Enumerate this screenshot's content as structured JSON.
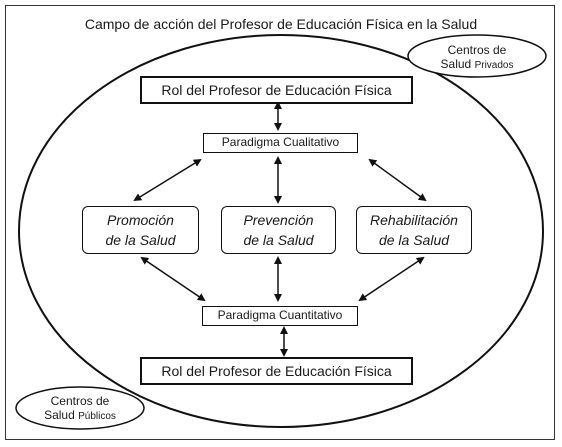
{
  "title": "Campo de acción del Profesor de Educación Física en la Salud",
  "private_centers": {
    "line1": "Centros de",
    "line2_main": "Salud ",
    "line2_small": "Privados"
  },
  "public_centers": {
    "line1": "Centros de",
    "line2_main": "Salud ",
    "line2_small": "Públicos"
  },
  "top_role": "Rol del Profesor de Educación Física",
  "bottom_role": "Rol del Profesor de Educación Física",
  "paradigm_qualitative": "Paradigma Cualitativo",
  "paradigm_quantitative": "Paradigma Cuantitativo",
  "boxes": [
    {
      "line1": "Promoción",
      "line2": "de la Salud"
    },
    {
      "line1": "Prevención",
      "line2": "de la Salud"
    },
    {
      "line1": "Rehabilitación",
      "line2": "de la Salud"
    }
  ]
}
